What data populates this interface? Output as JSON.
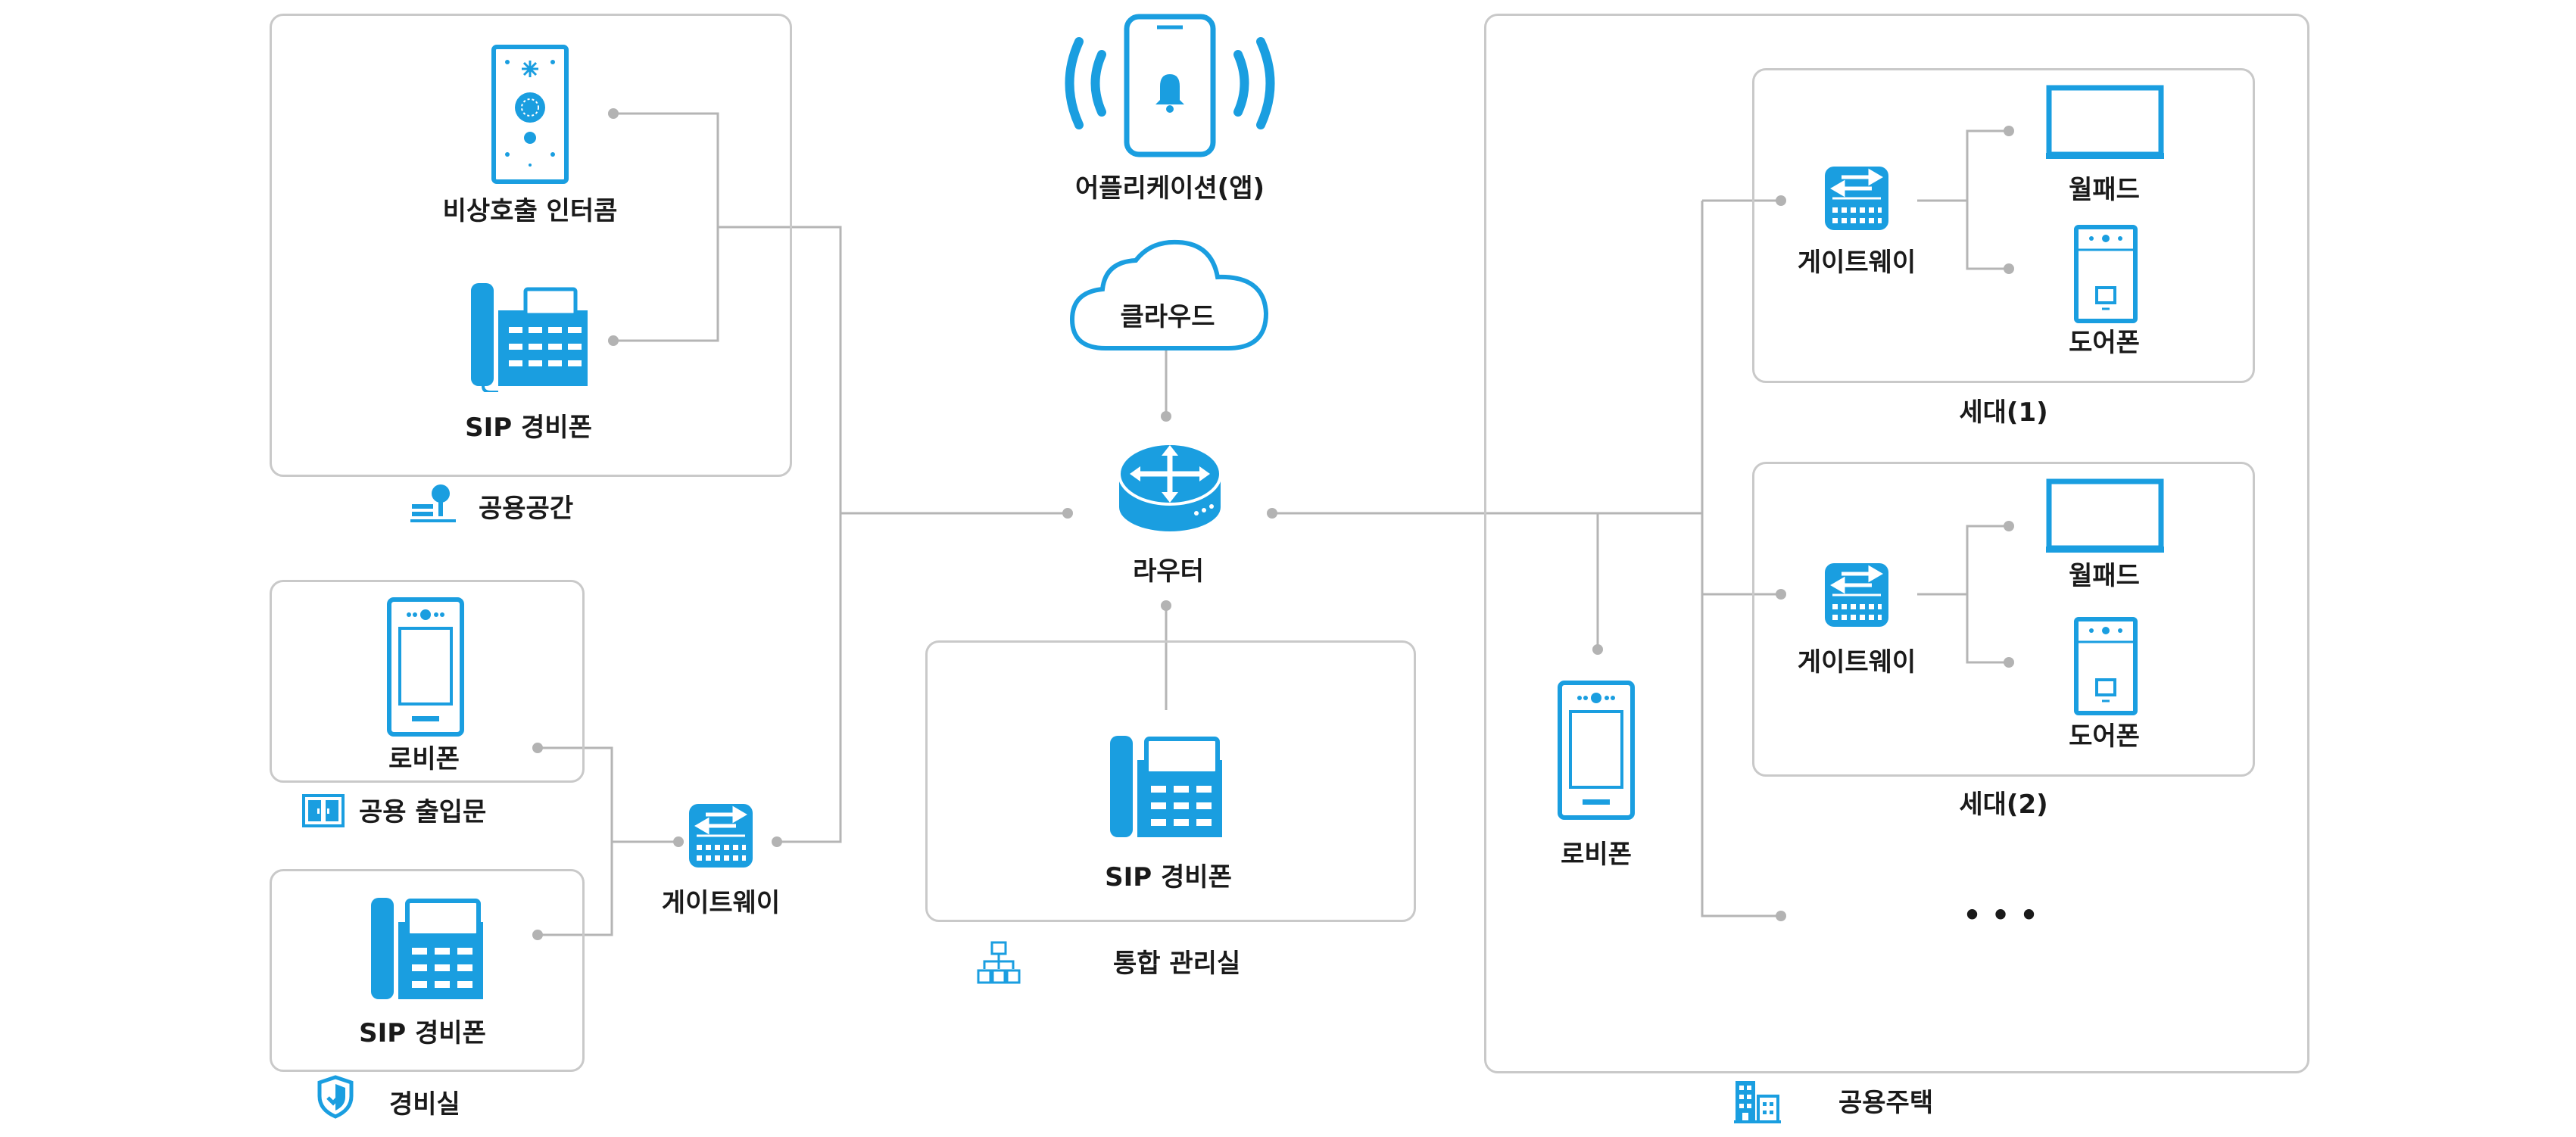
{
  "colors": {
    "accent": "#1a9ee0",
    "line": "#b5b5b5",
    "border": "#c9c9c9",
    "text": "#1a1a1a"
  },
  "app": {
    "label": "어플리케이션(앱)"
  },
  "cloud": {
    "label": "클라우드"
  },
  "router": {
    "label": "라우터"
  },
  "public_space": {
    "label": "공용공간",
    "icon": "park-bench-icon",
    "devices": [
      {
        "label": "비상호출 인터콤",
        "icon": "emergency-intercom-icon"
      },
      {
        "label": "SIP 경비폰",
        "icon": "sip-phone-icon"
      }
    ]
  },
  "entrance": {
    "label": "공용 출입문",
    "icon": "double-door-icon",
    "device": {
      "label": "로비폰",
      "icon": "lobby-phone-icon"
    }
  },
  "guard_room": {
    "label": "경비실",
    "icon": "shield-icon",
    "device": {
      "label": "SIP 경비폰",
      "icon": "sip-phone-icon"
    }
  },
  "left_gateway": {
    "label": "게이트웨이",
    "icon": "gateway-icon"
  },
  "management": {
    "label": "통합 관리실",
    "icon": "org-chart-icon",
    "device": {
      "label": "SIP 경비폰",
      "icon": "sip-phone-icon"
    }
  },
  "apartment": {
    "label": "공용주택",
    "icon": "apartment-building-icon",
    "lobby": {
      "label": "로비폰",
      "icon": "lobby-phone-icon"
    },
    "units": [
      {
        "label": "세대(1)",
        "gateway": "게이트웨이",
        "wallpad": "월패드",
        "doorphone": "도어폰"
      },
      {
        "label": "세대(2)",
        "gateway": "게이트웨이",
        "wallpad": "월패드",
        "doorphone": "도어폰"
      }
    ],
    "more": "• • •"
  }
}
